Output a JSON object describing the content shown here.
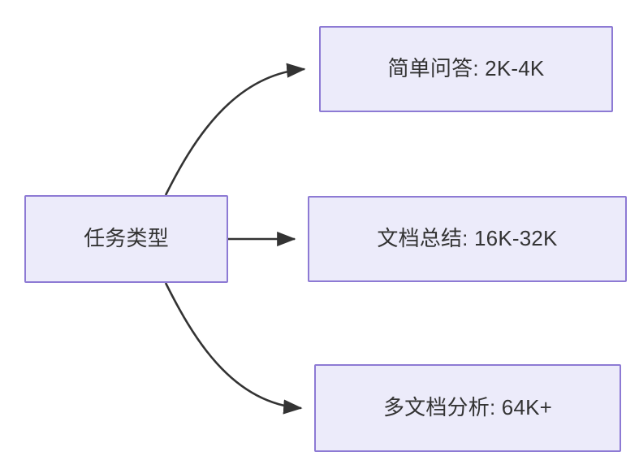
{
  "diagram": {
    "type": "flowchart",
    "orientation": "left-to-right",
    "background_color": "#ffffff",
    "node_fill_color": "#ecebfa",
    "node_border_color": "#8d7ad4",
    "node_text_color": "#333333",
    "edge_color": "#333333",
    "root": {
      "id": "root",
      "label": "任务类型"
    },
    "branches": [
      {
        "id": "simple-qa",
        "label": "简单问答: 2K-4K",
        "task": "简单问答",
        "context_length": "2K-4K",
        "edge_style": "curved-up"
      },
      {
        "id": "doc-summary",
        "label": "文档总结: 16K-32K",
        "task": "文档总结",
        "context_length": "16K-32K",
        "edge_style": "straight"
      },
      {
        "id": "multi-doc",
        "label": "多文档分析: 64K+",
        "task": "多文档分析",
        "context_length": "64K+",
        "edge_style": "curved-down"
      }
    ]
  }
}
